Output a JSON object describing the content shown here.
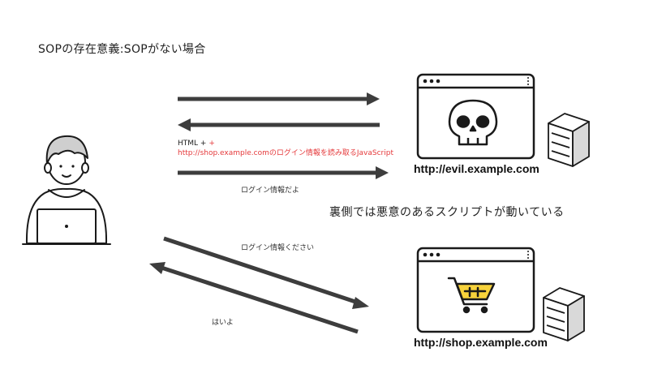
{
  "title": "SOPの存在意義:SOPがない場合",
  "response_label": {
    "line1": "HTML +",
    "line2": "http://shop.example.comのログイン情報を読み取るJavaScript"
  },
  "label_login_info_send": "ログイン情報だよ",
  "label_login_request": "ログイン情報ください",
  "label_reply": "はいよ",
  "evil_url": "http://evil.example.com",
  "shop_url": "http://shop.example.com",
  "note": "裏側では悪意のあるスクリプトが動いている",
  "colors": {
    "arrow": "#3d3d3d",
    "red_text": "#e5393b",
    "cart_yellow": "#f7d23b"
  },
  "icons": [
    "user-with-laptop-icon",
    "browser-window-icon",
    "skull-icon",
    "shopping-cart-icon",
    "server-icon"
  ]
}
